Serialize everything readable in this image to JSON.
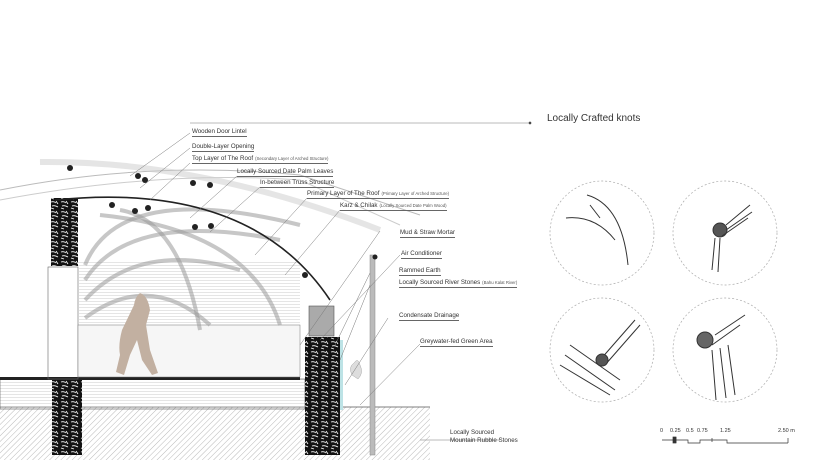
{
  "title": "Locally Crafted knots",
  "labels": [
    {
      "text": "Wooden Door Lintel",
      "sub": ""
    },
    {
      "text": "Double-Layer Opening",
      "sub": ""
    },
    {
      "text": "Top Layer of The Roof",
      "sub": "(Secondary Layer of Arched Structure)"
    },
    {
      "text": "Locally Sourced Date Palm Leaves",
      "sub": ""
    },
    {
      "text": "In-between Truss Structure",
      "sub": ""
    },
    {
      "text": "Primary Layer of The Roof",
      "sub": "(Primary Layer of Arched Structure)"
    },
    {
      "text": "Karz & Chilak",
      "sub": "(Locally Sourced Date Palm Wood)"
    },
    {
      "text": "Mud & Straw Mortar",
      "sub": ""
    },
    {
      "text": "Air Conditioner",
      "sub": ""
    },
    {
      "text": "Rammed Earth",
      "sub": ""
    },
    {
      "text": "Locally Sourced River Stones",
      "sub": "(Bahu Kalat River)"
    },
    {
      "text": "Condensate Drainage",
      "sub": ""
    },
    {
      "text": "Greywater-fed Green Area",
      "sub": ""
    }
  ],
  "bottom_label": {
    "line1": "Locally Sourced",
    "line2": "Mountain Rubble Stones"
  },
  "scale_bar": {
    "ticks": [
      "0",
      "0.25",
      "0.5",
      "0.75",
      "1.25",
      "2.50 m"
    ]
  },
  "knot_details": [
    "arched-truss-joint",
    "bundle-end-knot",
    "lashed-cross-knot",
    "bundle-column-knot"
  ]
}
